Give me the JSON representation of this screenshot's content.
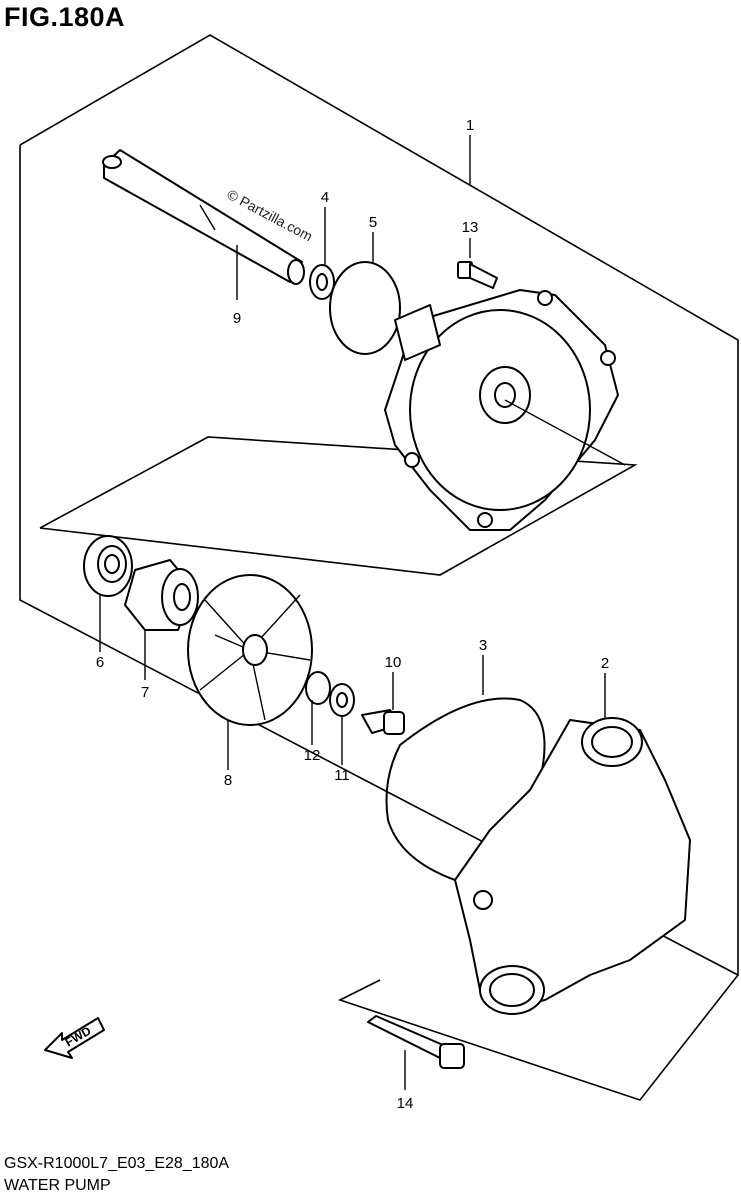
{
  "figure": {
    "title": "FIG.180A",
    "model_code": "GSX-R1000L7_E03_E28_180A",
    "assembly_name": "WATER PUMP",
    "watermark": "© Partzilla.com",
    "fwd_label": "FWD"
  },
  "callouts": {
    "c1": "1",
    "c2": "2",
    "c3": "3",
    "c4": "4",
    "c5": "5",
    "c6": "6",
    "c7": "7",
    "c8": "8",
    "c9": "9",
    "c10": "10",
    "c11": "11",
    "c12": "12",
    "c13": "13",
    "c14": "14"
  }
}
